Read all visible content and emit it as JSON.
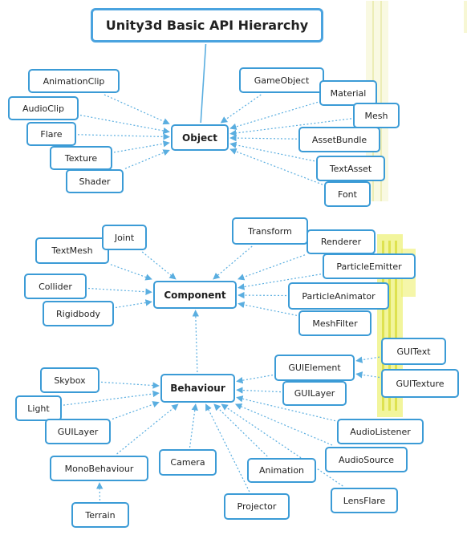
{
  "diagram": {
    "title": "Unity3d Basic API Hierarchy",
    "colors": {
      "border": "#3b9bd6",
      "line": "#5aaee0",
      "text": "#222222",
      "highlight": "#e8ec4a"
    },
    "nodes": [
      {
        "id": "title",
        "label": "Unity3d Basic API Hierarchy"
      },
      {
        "id": "object",
        "label": "Object"
      },
      {
        "id": "animation_clip",
        "label": "AnimationClip"
      },
      {
        "id": "audio_clip",
        "label": "AudioClip"
      },
      {
        "id": "flare",
        "label": "Flare"
      },
      {
        "id": "texture",
        "label": "Texture"
      },
      {
        "id": "shader",
        "label": "Shader"
      },
      {
        "id": "game_object",
        "label": "GameObject"
      },
      {
        "id": "material",
        "label": "Material"
      },
      {
        "id": "mesh",
        "label": "Mesh"
      },
      {
        "id": "asset_bundle",
        "label": "AssetBundle"
      },
      {
        "id": "text_asset",
        "label": "TextAsset"
      },
      {
        "id": "font",
        "label": "Font"
      },
      {
        "id": "component",
        "label": "Component"
      },
      {
        "id": "text_mesh",
        "label": "TextMesh"
      },
      {
        "id": "joint",
        "label": "Joint"
      },
      {
        "id": "collider",
        "label": "Collider"
      },
      {
        "id": "rigidbody",
        "label": "Rigidbody"
      },
      {
        "id": "transform",
        "label": "Transform"
      },
      {
        "id": "renderer",
        "label": "Renderer"
      },
      {
        "id": "particle_emitter",
        "label": "ParticleEmitter"
      },
      {
        "id": "particle_animator",
        "label": "ParticleAnimator"
      },
      {
        "id": "mesh_filter",
        "label": "MeshFilter"
      },
      {
        "id": "behaviour",
        "label": "Behaviour"
      },
      {
        "id": "skybox",
        "label": "Skybox"
      },
      {
        "id": "light",
        "label": "Light"
      },
      {
        "id": "gui_layer",
        "label": "GUILayer"
      },
      {
        "id": "mono_behaviour",
        "label": "MonoBehaviour"
      },
      {
        "id": "terrain",
        "label": "Terrain"
      },
      {
        "id": "camera",
        "label": "Camera"
      },
      {
        "id": "projector",
        "label": "Projector"
      },
      {
        "id": "animation",
        "label": "Animation"
      },
      {
        "id": "lens_flare",
        "label": "LensFlare"
      },
      {
        "id": "audio_source",
        "label": "AudioSource"
      },
      {
        "id": "audio_listener",
        "label": "AudioListener"
      },
      {
        "id": "gui_element",
        "label": "GUIElement"
      },
      {
        "id": "gui_layer_2",
        "label": "GUILayer"
      },
      {
        "id": "gui_text",
        "label": "GUIText"
      },
      {
        "id": "gui_texture",
        "label": "GUITexture"
      }
    ],
    "edges": [
      {
        "from": "title",
        "to": "object",
        "style": "solid"
      },
      {
        "from": "animation_clip",
        "to": "object",
        "style": "dotted"
      },
      {
        "from": "audio_clip",
        "to": "object",
        "style": "dotted"
      },
      {
        "from": "flare",
        "to": "object",
        "style": "dotted"
      },
      {
        "from": "texture",
        "to": "object",
        "style": "dotted"
      },
      {
        "from": "shader",
        "to": "object",
        "style": "dotted"
      },
      {
        "from": "game_object",
        "to": "object",
        "style": "dotted"
      },
      {
        "from": "material",
        "to": "object",
        "style": "dotted"
      },
      {
        "from": "mesh",
        "to": "object",
        "style": "dotted"
      },
      {
        "from": "asset_bundle",
        "to": "object",
        "style": "dotted"
      },
      {
        "from": "text_asset",
        "to": "object",
        "style": "dotted"
      },
      {
        "from": "font",
        "to": "object",
        "style": "dotted"
      },
      {
        "from": "text_mesh",
        "to": "component",
        "style": "dotted"
      },
      {
        "from": "joint",
        "to": "component",
        "style": "dotted"
      },
      {
        "from": "collider",
        "to": "component",
        "style": "dotted"
      },
      {
        "from": "rigidbody",
        "to": "component",
        "style": "dotted"
      },
      {
        "from": "transform",
        "to": "component",
        "style": "dotted"
      },
      {
        "from": "renderer",
        "to": "component",
        "style": "dotted"
      },
      {
        "from": "particle_emitter",
        "to": "component",
        "style": "dotted"
      },
      {
        "from": "particle_animator",
        "to": "component",
        "style": "dotted"
      },
      {
        "from": "mesh_filter",
        "to": "component",
        "style": "dotted"
      },
      {
        "from": "behaviour",
        "to": "component",
        "style": "dotted"
      },
      {
        "from": "skybox",
        "to": "behaviour",
        "style": "dotted"
      },
      {
        "from": "light",
        "to": "behaviour",
        "style": "dotted"
      },
      {
        "from": "gui_layer",
        "to": "behaviour",
        "style": "dotted"
      },
      {
        "from": "mono_behaviour",
        "to": "behaviour",
        "style": "dotted"
      },
      {
        "from": "terrain",
        "to": "mono_behaviour",
        "style": "dotted"
      },
      {
        "from": "camera",
        "to": "behaviour",
        "style": "dotted"
      },
      {
        "from": "projector",
        "to": "behaviour",
        "style": "dotted"
      },
      {
        "from": "animation",
        "to": "behaviour",
        "style": "dotted"
      },
      {
        "from": "lens_flare",
        "to": "behaviour",
        "style": "dotted"
      },
      {
        "from": "audio_source",
        "to": "behaviour",
        "style": "dotted"
      },
      {
        "from": "audio_listener",
        "to": "behaviour",
        "style": "dotted"
      },
      {
        "from": "gui_element",
        "to": "behaviour",
        "style": "dotted"
      },
      {
        "from": "gui_layer_2",
        "to": "behaviour",
        "style": "dotted"
      },
      {
        "from": "gui_text",
        "to": "gui_element",
        "style": "dotted"
      },
      {
        "from": "gui_texture",
        "to": "gui_element",
        "style": "dotted"
      }
    ]
  }
}
